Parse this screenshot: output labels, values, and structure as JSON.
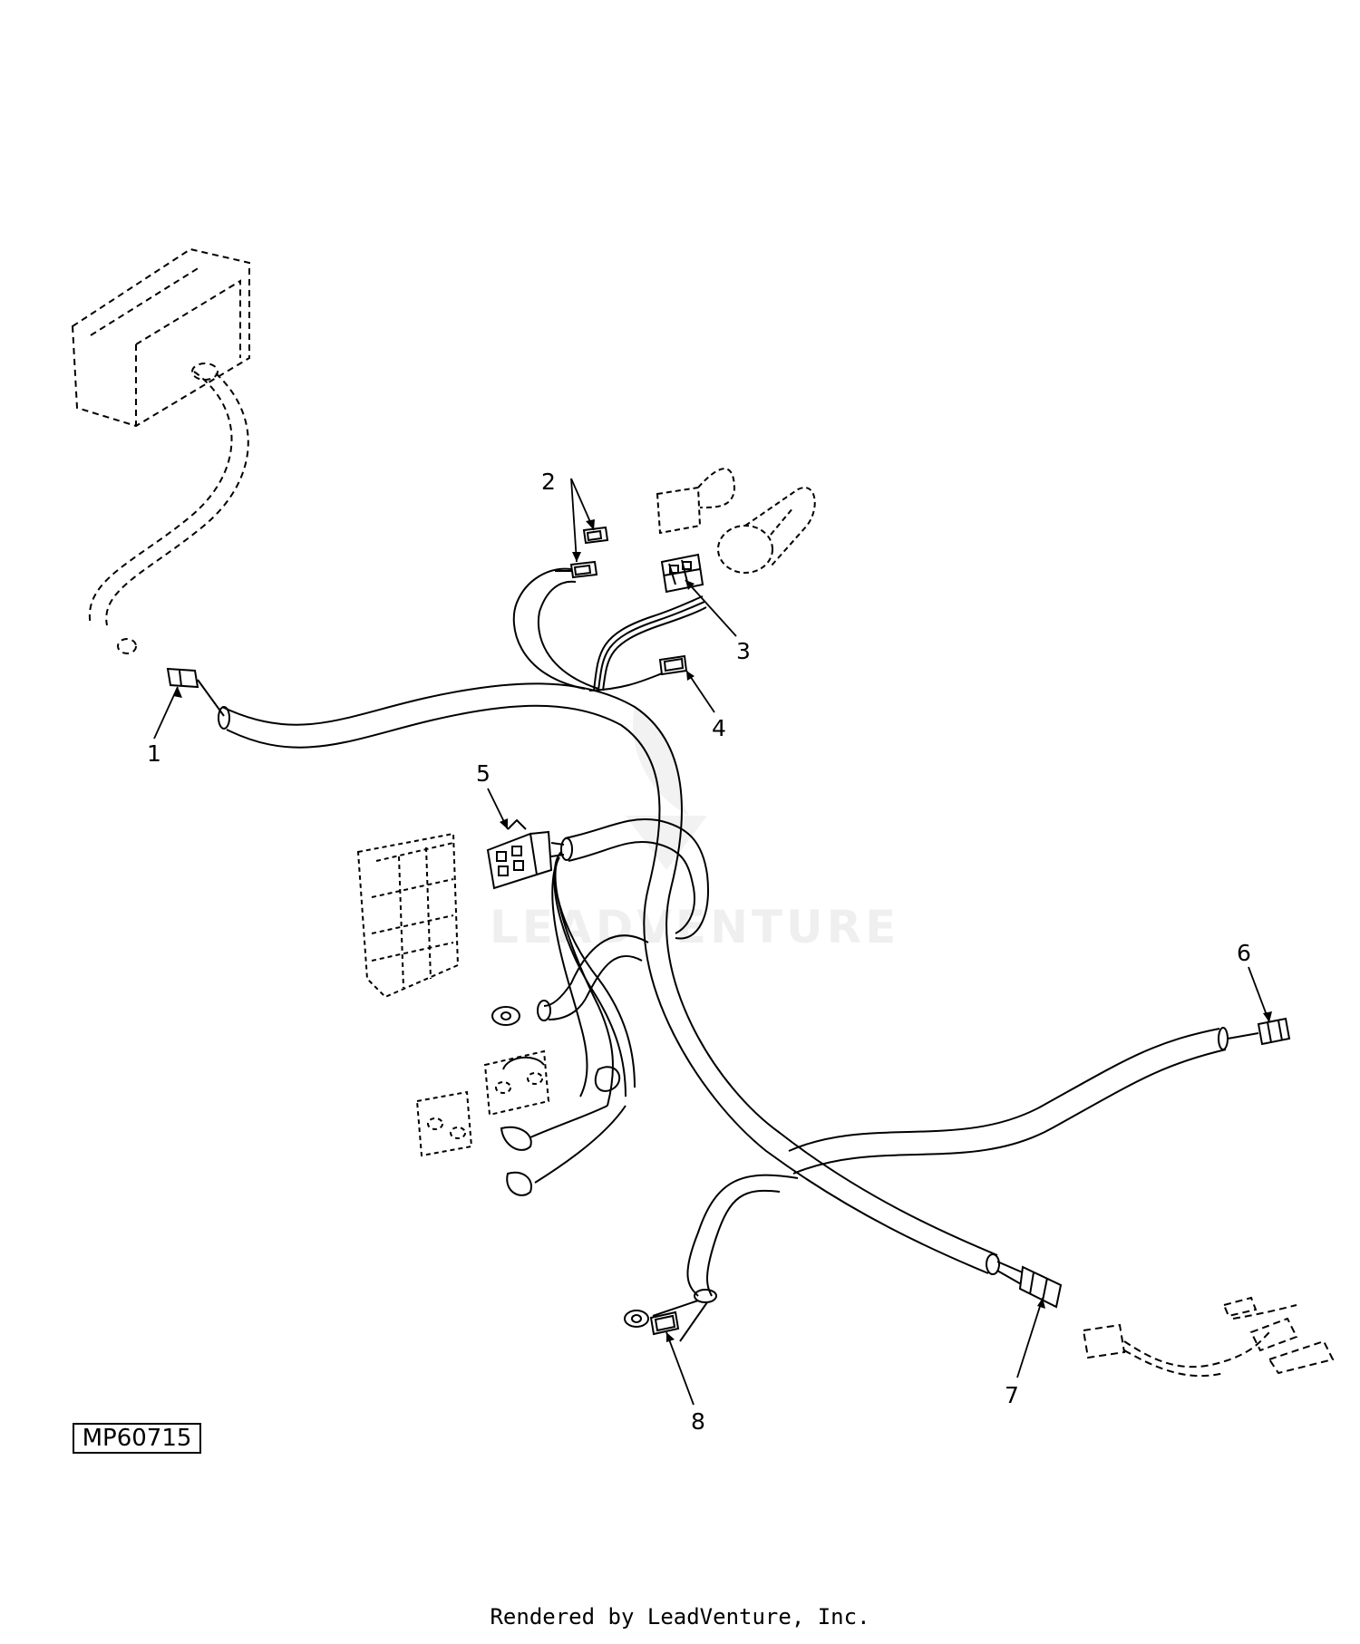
{
  "diagram": {
    "callouts": [
      "1",
      "2",
      "3",
      "4",
      "5",
      "6",
      "7",
      "8"
    ],
    "part_code": "MP60715",
    "watermark": "LEADVENTURE",
    "footer": "Rendered by LeadVenture, Inc."
  }
}
